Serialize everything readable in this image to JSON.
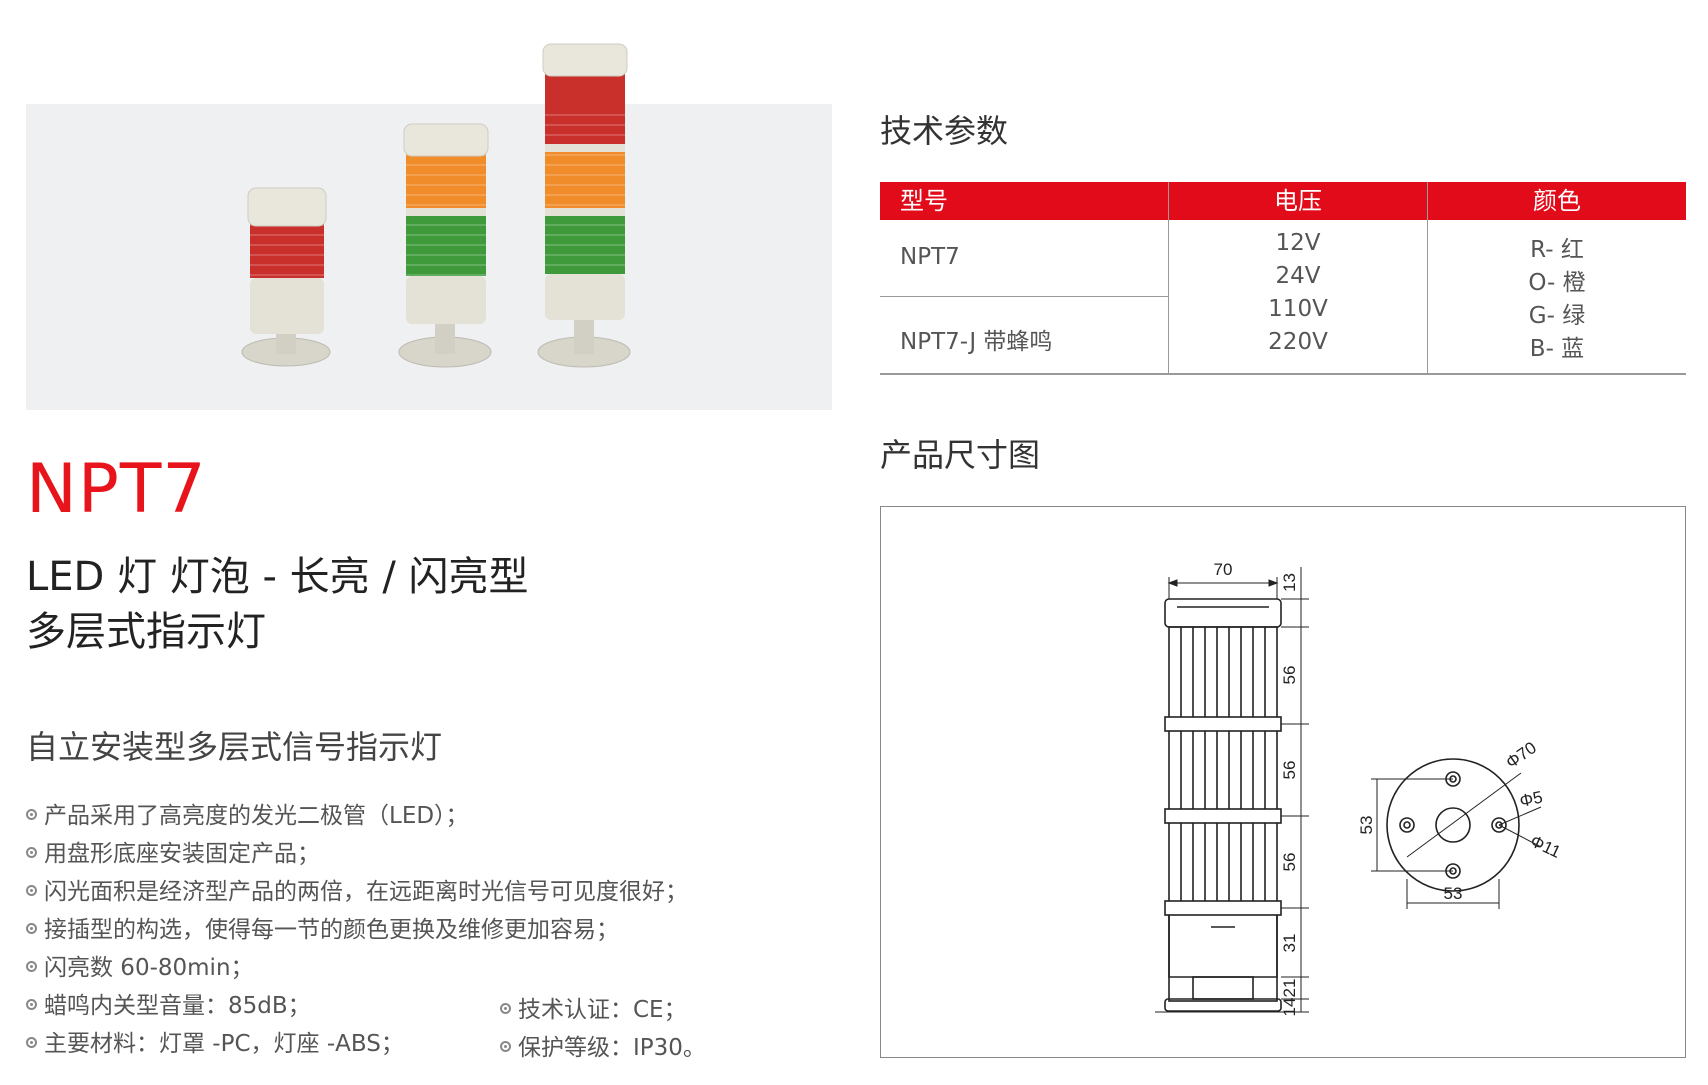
{
  "product": {
    "model": "NPT7",
    "subtitle_line1": "LED 灯 灯泡 - 长亮 / 闪亮型",
    "subtitle_line2": "多层式指示灯",
    "tagline": "自立安装型多层式信号指示灯"
  },
  "features_left": [
    "产品采用了高亮度的发光二极管（LED）；",
    "用盘形底座安装固定产品；",
    "闪光面积是经济型产品的两倍，在远距离时光信号可见度很好；",
    "接插型的构选，使得每一节的颜色更换及维修更加容易；",
    "闪亮数 60-80min；",
    "蜡鸣内关型音量：85dB；",
    "主要材料：灯罩 -PC，灯座 -ABS；"
  ],
  "features_right": [
    "技术认证：CE；",
    "保护等级：IP30。"
  ],
  "spec": {
    "heading": "技术参数",
    "columns": [
      "型号",
      "电压",
      "颜色"
    ],
    "models": [
      "NPT7",
      "NPT7-J 带蜂鸣"
    ],
    "voltages": [
      "12V",
      "24V",
      "110V",
      "220V"
    ],
    "colors": [
      "R- 红",
      "O- 橙",
      "G- 绿",
      "B- 蓝"
    ]
  },
  "dimension": {
    "heading": "产品尺寸图",
    "width_label": "70",
    "heights": [
      "13",
      "56",
      "56",
      "56",
      "31",
      "21",
      "14"
    ],
    "base_labels": {
      "square_v": "53",
      "square_h": "53",
      "d70": "Φ70",
      "d5": "Φ5",
      "d11": "Φ11"
    }
  },
  "colors": {
    "accent_red": "#e20b19",
    "lamp_red": "#c9302c",
    "lamp_orange": "#f08c2a",
    "lamp_green": "#3e9a3a",
    "housing": "#e4e2d6"
  }
}
